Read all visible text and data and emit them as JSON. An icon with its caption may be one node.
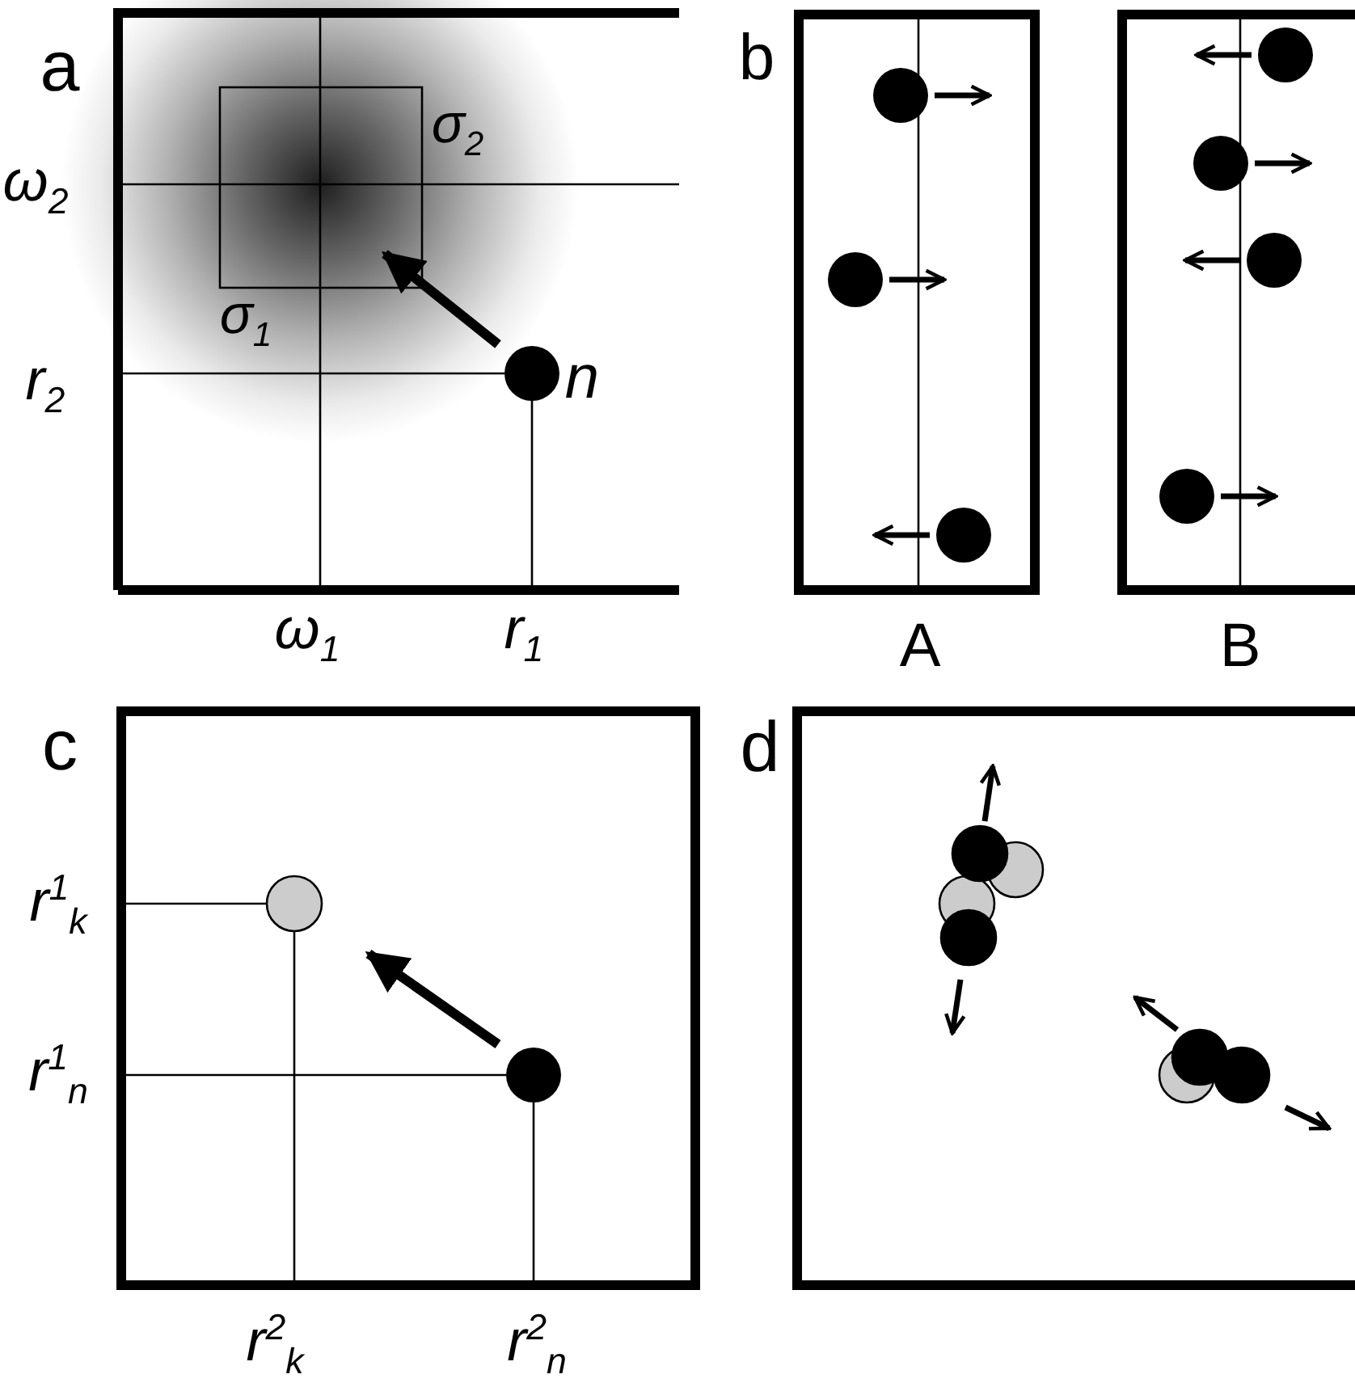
{
  "diagram": {
    "labels": [
      "a",
      "ω$_{2}$",
      "σ$_{2}$",
      "σ$_{1}$",
      "r$_{2}$",
      "n",
      "ω$_{1}$",
      "r$_{1}$",
      "b",
      "A",
      "B",
      "c",
      "r$^{1}$$_{k}$",
      "r$^{1}$$_{n}$",
      "r$^{2}$$_{k}$",
      "r$^{2}$$_{n}$",
      "d"
    ]
  }
}
